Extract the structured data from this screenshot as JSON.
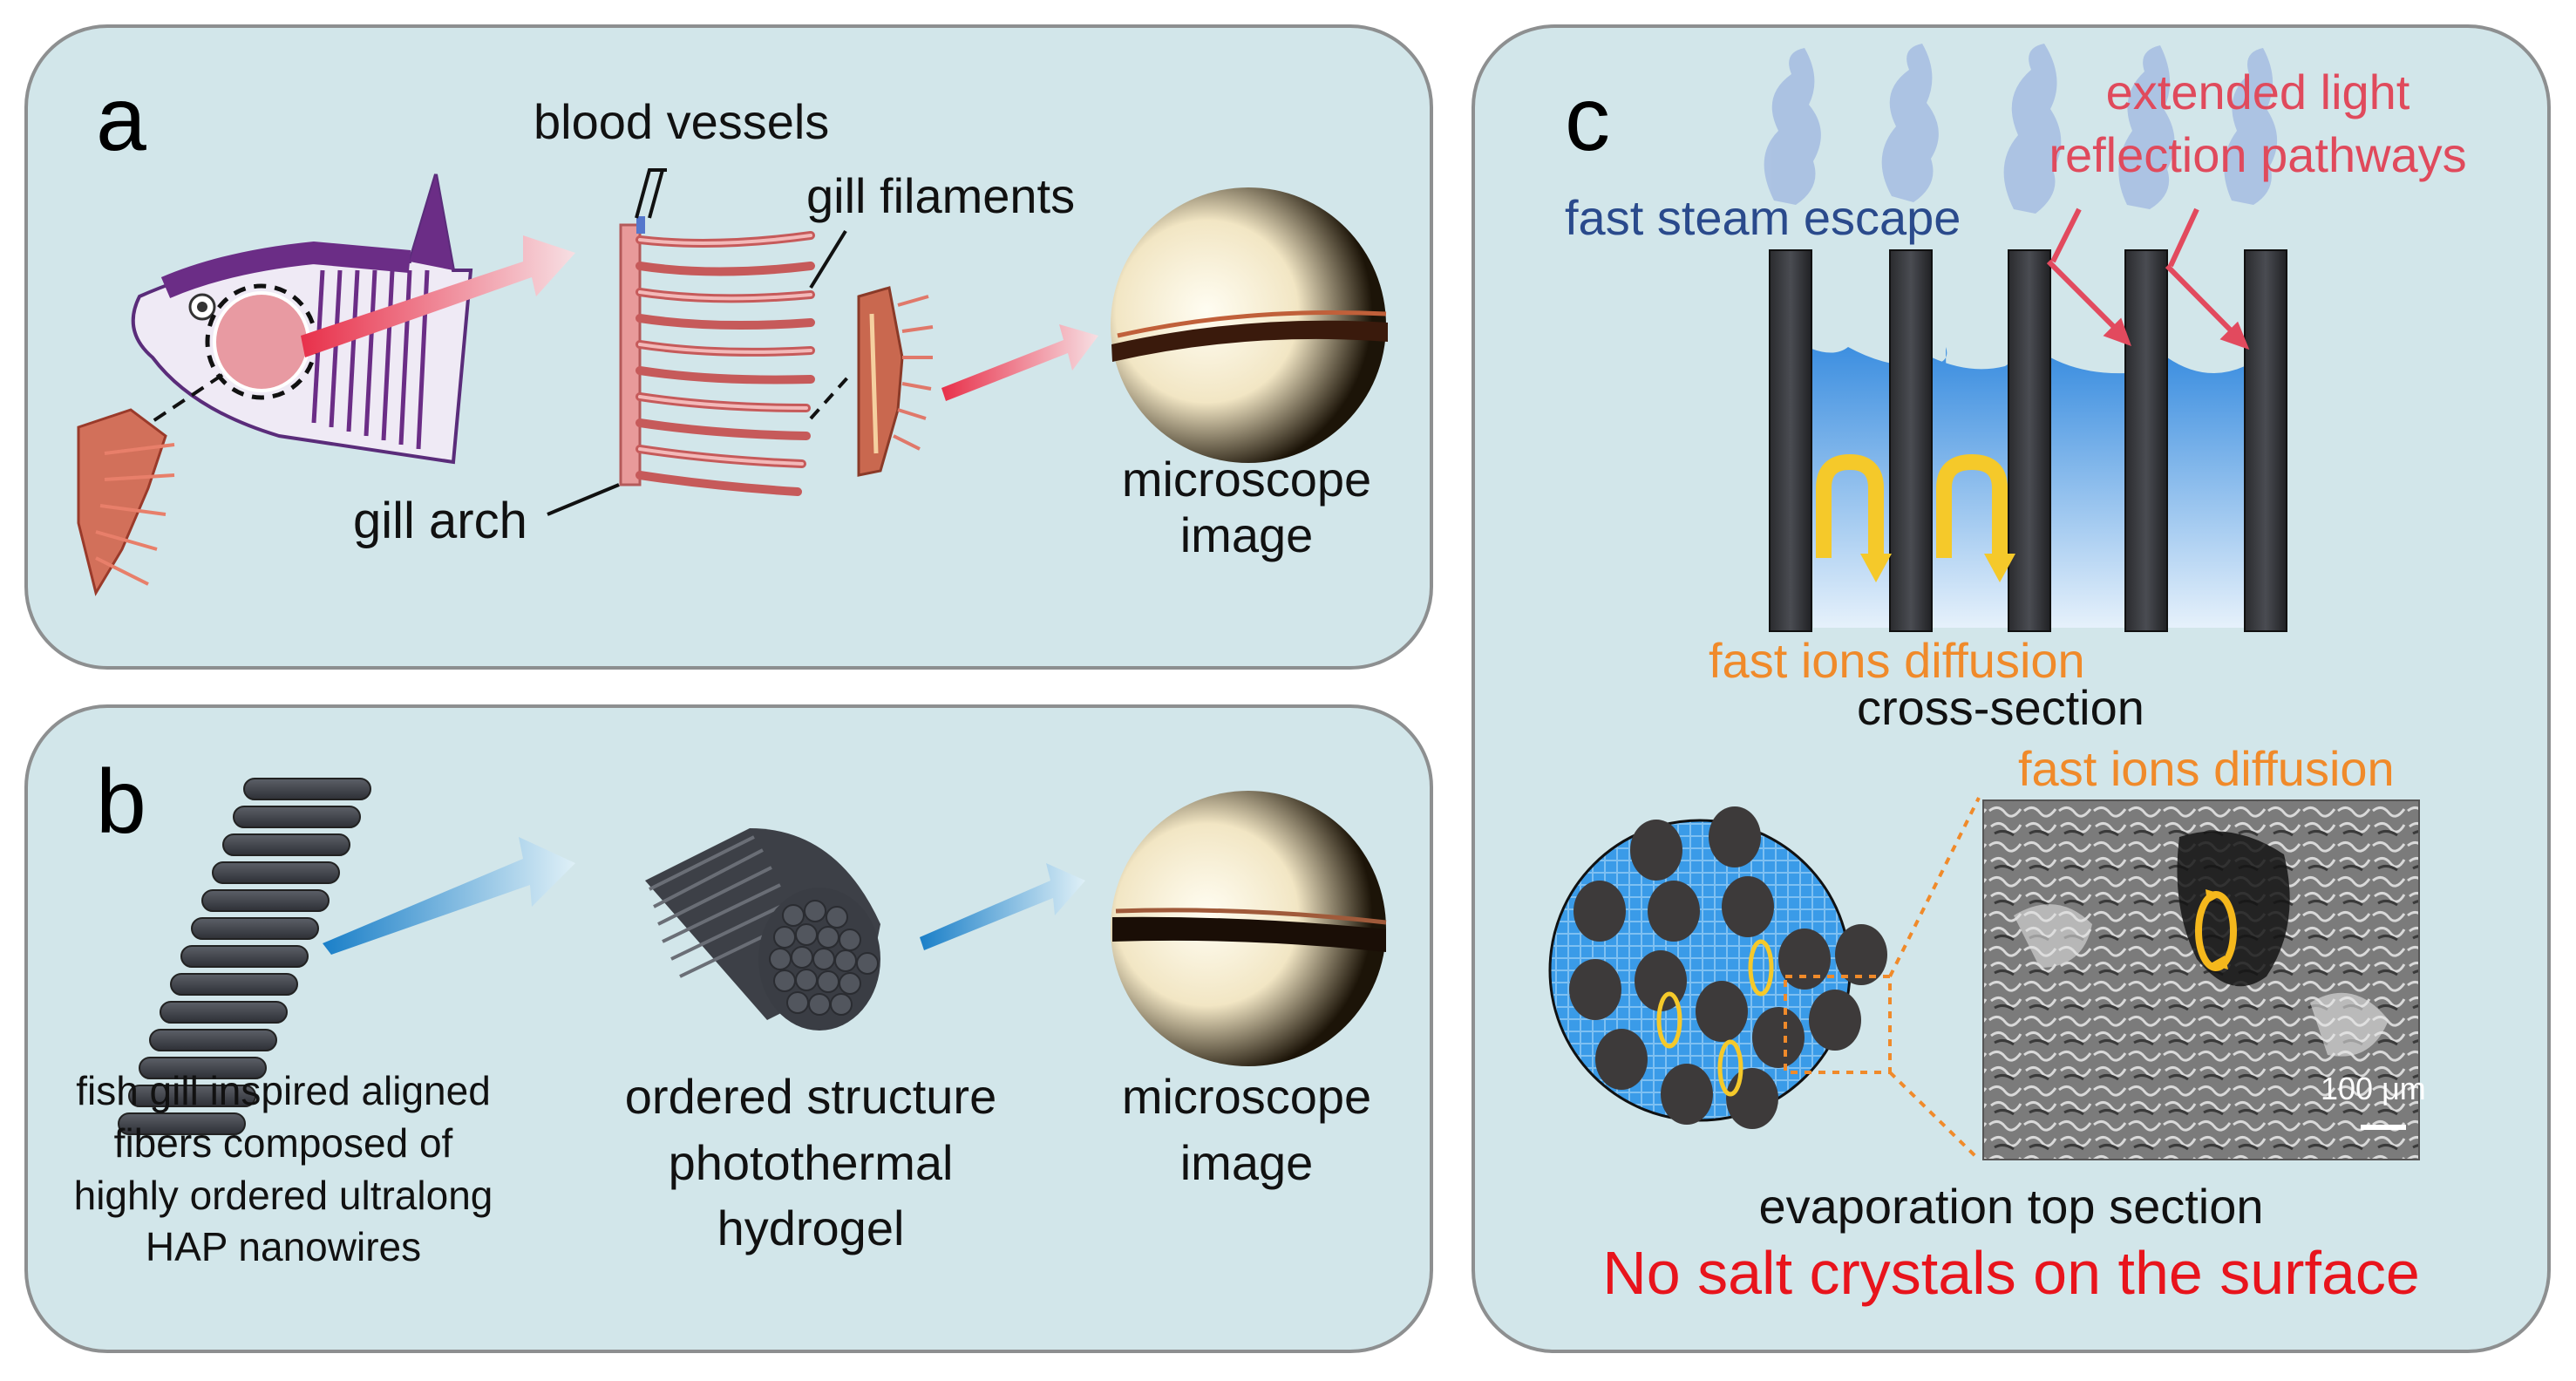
{
  "panel_a": {
    "letter": "a",
    "labels": {
      "blood_vessels": "blood vessels",
      "gill_filaments": "gill filaments",
      "gill_arch": "gill arch",
      "microscope_line1": "microscope",
      "microscope_line2": "image"
    }
  },
  "panel_b": {
    "letter": "b",
    "labels": {
      "fiber_line1": "fish gill inspired aligned",
      "fiber_line2": "fibers composed of",
      "fiber_line3": "highly ordered ultralong",
      "fiber_line4": "HAP nanowires",
      "hydrogel_line1": "ordered structure",
      "hydrogel_line2": "photothermal",
      "hydrogel_line3": "hydrogel",
      "microscope_line1": "microscope",
      "microscope_line2": "image"
    }
  },
  "panel_c": {
    "letter": "c",
    "labels": {
      "reflection_line1": "extended light",
      "reflection_line2": "reflection pathways",
      "steam": "fast steam escape",
      "ions_cross": "fast ions diffusion",
      "cross_section": "cross-section",
      "ions_sem": "fast ions diffusion",
      "scale_bar": "100 μm",
      "top_section": "evaporation top section",
      "no_salt": "No salt crystals on the surface"
    }
  },
  "colors": {
    "panel_bg": "#d2e6ea",
    "panel_border": "#8d8f90",
    "steam_text": "#2a4a8c",
    "reflection_text": "#e04a5c",
    "ions_text": "#f08a2a",
    "no_salt_text": "#e8141c",
    "fiber_dark": "#3a3d44",
    "water_blue": "#3d8fe0"
  }
}
